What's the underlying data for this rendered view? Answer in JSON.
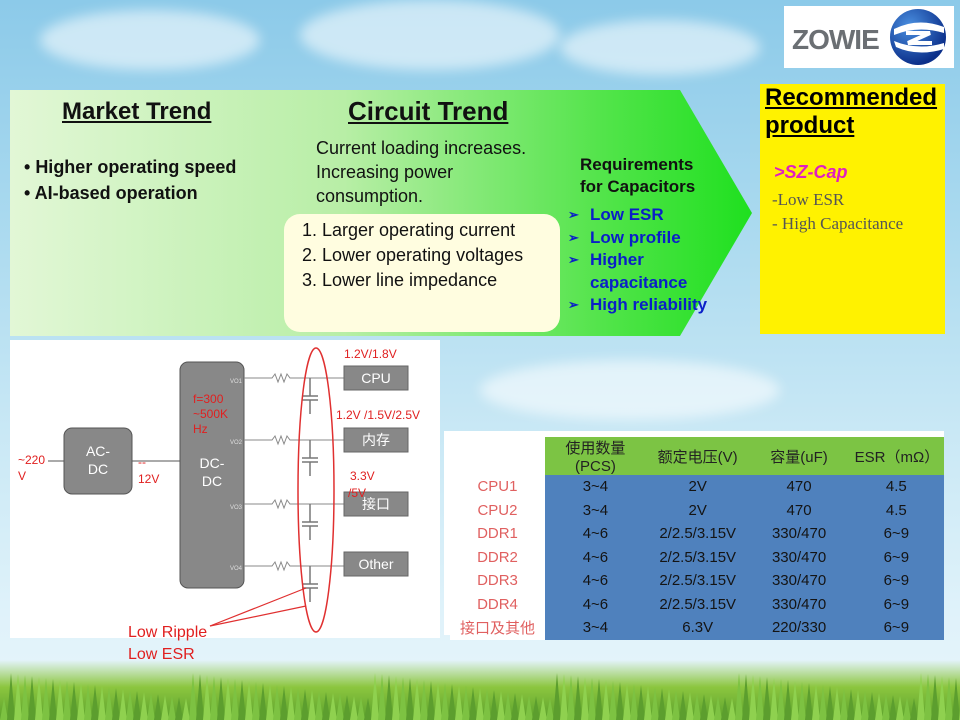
{
  "logo": {
    "text": "ZOWIE"
  },
  "market": {
    "title": "Market Trend",
    "bullets": [
      "Higher operating speed",
      "AI-based operation"
    ]
  },
  "circuit_trend": {
    "title": "Circuit Trend",
    "lines": [
      "Current loading increases.",
      "Increasing power",
      "consumption."
    ],
    "items": [
      "Larger operating current",
      "Lower operating voltages",
      "Lower line impedance"
    ]
  },
  "requirements": {
    "title_line1": "Requirements",
    "title_line2": "for Capacitors",
    "items": [
      "Low ESR",
      "Low profile",
      "Higher capacitance",
      "High reliability"
    ]
  },
  "recommended": {
    "title_line1": "Recommended",
    "title_line2": "product",
    "product": ">SZ-Cap",
    "features": [
      "-Low ESR",
      "- High Capacitance"
    ]
  },
  "diagram": {
    "source": "~220 V",
    "acdc": "AC-DC",
    "v12": "-- 12V",
    "dcdc": "DC-DC",
    "freq": "f=300 ~500K Hz",
    "outputs": [
      "VO1",
      "VO2",
      "VO3",
      "VO4"
    ],
    "loads": [
      "CPU",
      "内存",
      "接口",
      "Other"
    ],
    "volts": [
      "1.2V/1.8V",
      "1.2V /1.5V/2.5V",
      "3.3V /5V"
    ],
    "annotation": [
      "Low Ripple",
      "Low ESR"
    ]
  },
  "table": {
    "headers": [
      "使用数量(PCS)",
      "额定电压(V)",
      "容量(uF)",
      "ESR（mΩ）"
    ],
    "rows": [
      {
        "label": "CPU1",
        "cells": [
          "3~4",
          "2V",
          "470",
          "4.5"
        ]
      },
      {
        "label": "CPU2",
        "cells": [
          "3~4",
          "2V",
          "470",
          "4.5"
        ]
      },
      {
        "label": "DDR1",
        "cells": [
          "4~6",
          "2/2.5/3.15V",
          "330/470",
          "6~9"
        ]
      },
      {
        "label": "DDR2",
        "cells": [
          "4~6",
          "2/2.5/3.15V",
          "330/470",
          "6~9"
        ]
      },
      {
        "label": "DDR3",
        "cells": [
          "4~6",
          "2/2.5/3.15V",
          "330/470",
          "6~9"
        ]
      },
      {
        "label": "DDR4",
        "cells": [
          "4~6",
          "2/2.5/3.15V",
          "330/470",
          "6~9"
        ]
      },
      {
        "label": "接口及其他",
        "cells": [
          "3~4",
          "6.3V",
          "220/330",
          "6~9"
        ]
      }
    ]
  },
  "colors": {
    "arrow_start": "#e2f7d6",
    "arrow_end": "#1fe01f",
    "recommended_bg": "#fff200",
    "table_header": "#7cc444",
    "table_cell": "#4f81bd",
    "requirement_text": "#0a1fc8",
    "annotation": "#e02020"
  }
}
